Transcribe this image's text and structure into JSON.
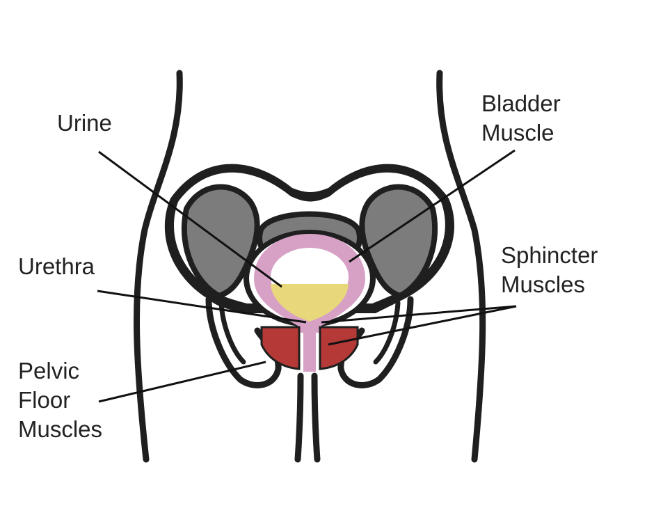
{
  "colors": {
    "outline": "#1f1f1f",
    "bone_fill": "#ffffff",
    "bone_gray": "#7c7c7c",
    "bladder_wall": "#d7a1c6",
    "urine": "#e9d87b",
    "bladder_empty": "#ffffff",
    "sphincter_muscle": "#b53a37",
    "urethra": "#d7a1c6",
    "label_text": "#222222"
  },
  "labels": {
    "urine": {
      "lines": [
        "Urine"
      ]
    },
    "bladder_muscle": {
      "lines": [
        "Bladder",
        "Muscle"
      ]
    },
    "urethra": {
      "lines": [
        "Urethra"
      ]
    },
    "sphincter_muscles": {
      "lines": [
        "Sphincter",
        "Muscles"
      ]
    },
    "pelvic_floor_muscles": {
      "lines": [
        "Pelvic",
        "Floor",
        "Muscles"
      ]
    }
  }
}
